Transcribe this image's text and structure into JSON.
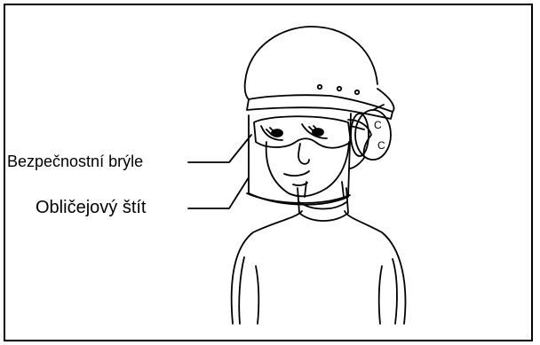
{
  "labels": {
    "safety_goggles": "Bezpečnostní brýle",
    "face_shield": "Obličejový štít"
  },
  "colors": {
    "line": "#000000",
    "background": "#ffffff"
  },
  "icons": {
    "helmet": "safety-helmet",
    "earmuff": "hearing-protector",
    "goggles": "safety-goggles",
    "shield": "face-shield"
  }
}
